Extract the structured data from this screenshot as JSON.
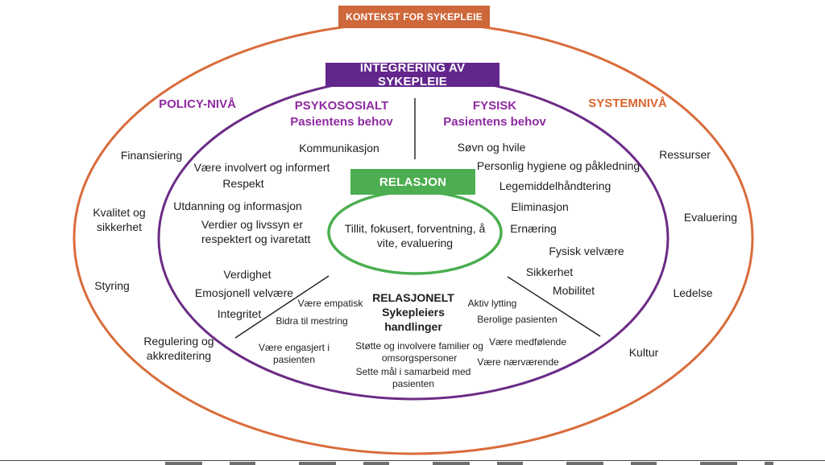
{
  "diagram": {
    "outer_banner": "KONTEKST FOR SYKEPLEIE",
    "inner_banner": "INTEGRERING AV SYKEPLEIE",
    "center_banner": "RELASJON",
    "center_text": "Tillit, fokusert, forventning, å vite, evaluering",
    "policy": {
      "title": "POLICY-NIVÅ",
      "items": [
        "Finansiering",
        "Kvalitet og sikkerhet",
        "Styring",
        "Regulering og akkreditering"
      ]
    },
    "system": {
      "title": "SYSTEMNIVÅ",
      "items": [
        "Ressurser",
        "Evaluering",
        "Ledelse",
        "Kultur"
      ]
    },
    "psykososialt": {
      "title": "PSYKOSOSIALT",
      "subtitle": "Pasientens behov",
      "items": [
        "Kommunikasjon",
        "Være involvert og informert",
        "Respekt",
        "Utdanning og informasjon",
        "Verdier og livssyn er respektert og ivaretatt",
        "Verdighet",
        "Emosjonell velvære",
        "Integritet"
      ]
    },
    "fysisk": {
      "title": "FYSISK",
      "subtitle": "Pasientens behov",
      "items": [
        "Søvn og hvile",
        "Personlig hygiene og påkledning",
        "Legemiddelhåndtering",
        "Eliminasjon",
        "Ernæring",
        "Fysisk velvære",
        "Sikkerhet",
        "Mobilitet"
      ]
    },
    "relasjonelt": {
      "title": "RELASJONELT",
      "subtitle": "Sykepleiers handlinger",
      "items": [
        "Være empatisk",
        "Bidra til mestring",
        "Være engasjert i pasienten",
        "Støtte og involvere familier og omsorgspersoner",
        "Sette mål i samarbeid med pasienten",
        "Aktiv lytting",
        "Berolige pasienten",
        "Være medfølende",
        "Være nærværende"
      ]
    },
    "colors": {
      "orange": "#ce673a",
      "purple_banner": "#63268c",
      "purple_ring": "#6b2b86",
      "purple_heading": "#8e2ba1",
      "green": "#4cae50",
      "text": "#1d1d1d"
    }
  }
}
